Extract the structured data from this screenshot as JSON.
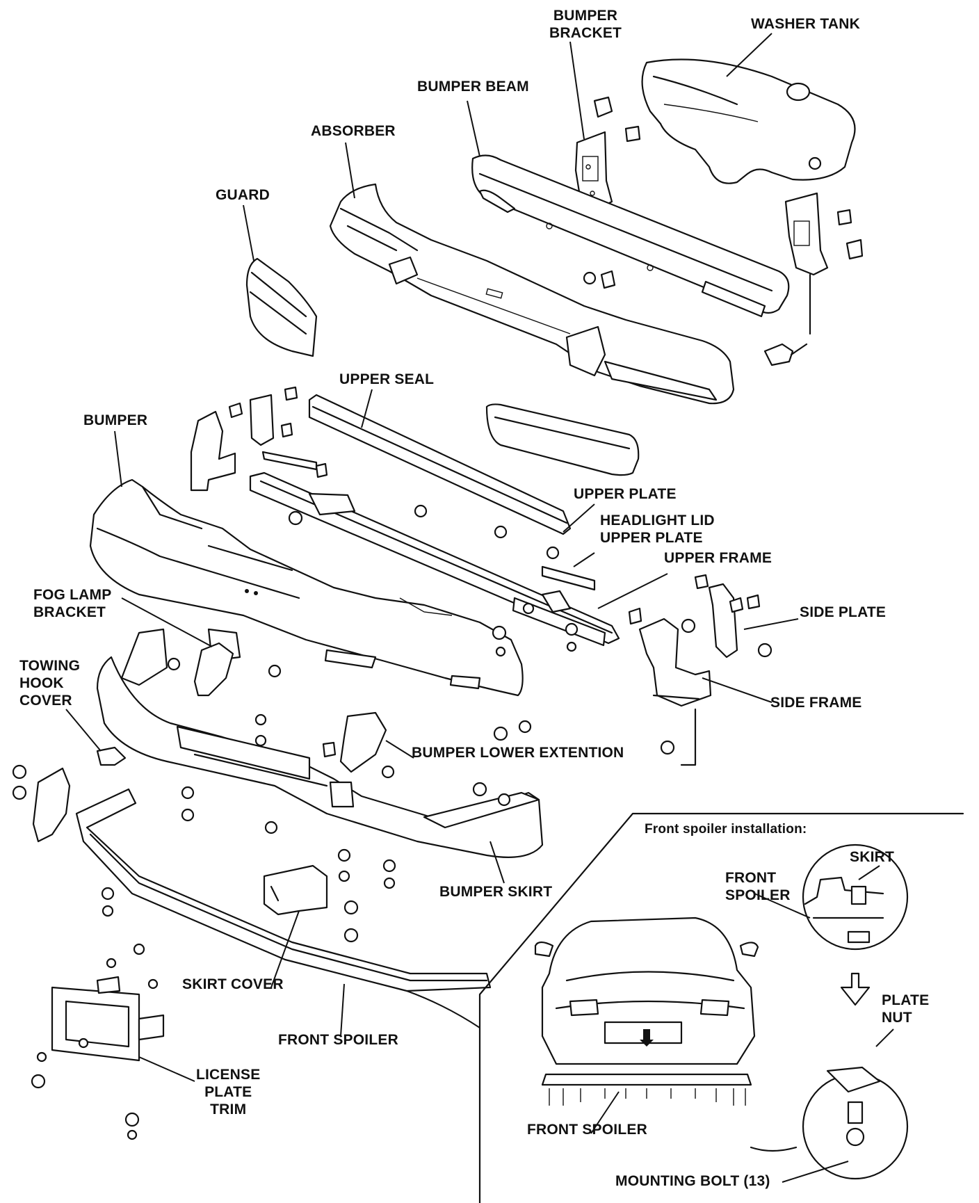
{
  "diagram": {
    "labels": {
      "bumper_bracket": [
        "BUMPER",
        "BRACKET"
      ],
      "washer_tank": "WASHER TANK",
      "bumper_beam": "BUMPER BEAM",
      "absorber": "ABSORBER",
      "guard": "GUARD",
      "upper_seal": "UPPER SEAL",
      "bumper": "BUMPER",
      "upper_plate": "UPPER PLATE",
      "headlight_lid_upper_plate": [
        "HEADLIGHT LID",
        "UPPER PLATE"
      ],
      "upper_frame": "UPPER FRAME",
      "fog_lamp_bracket": [
        "FOG LAMP",
        "BRACKET"
      ],
      "side_plate": "SIDE PLATE",
      "towing_hook_cover": [
        "TOWING",
        "HOOK",
        "COVER"
      ],
      "side_frame": "SIDE FRAME",
      "bumper_lower_extension": "BUMPER LOWER EXTENTION",
      "bumper_skirt": "BUMPER SKIRT",
      "skirt_cover": "SKIRT COVER",
      "front_spoiler": "FRONT SPOILER",
      "license_plate_trim": [
        "LICENSE",
        "PLATE",
        "TRIM"
      ]
    },
    "inset": {
      "title": "Front spoiler installation:",
      "labels": {
        "skirt": "SKIRT",
        "front_spoiler_detail": [
          "FRONT",
          "SPOILER"
        ],
        "plate_nut": [
          "PLATE",
          "NUT"
        ],
        "front_spoiler": "FRONT SPOILER",
        "mounting_bolt": "MOUNTING BOLT (13)"
      }
    }
  }
}
